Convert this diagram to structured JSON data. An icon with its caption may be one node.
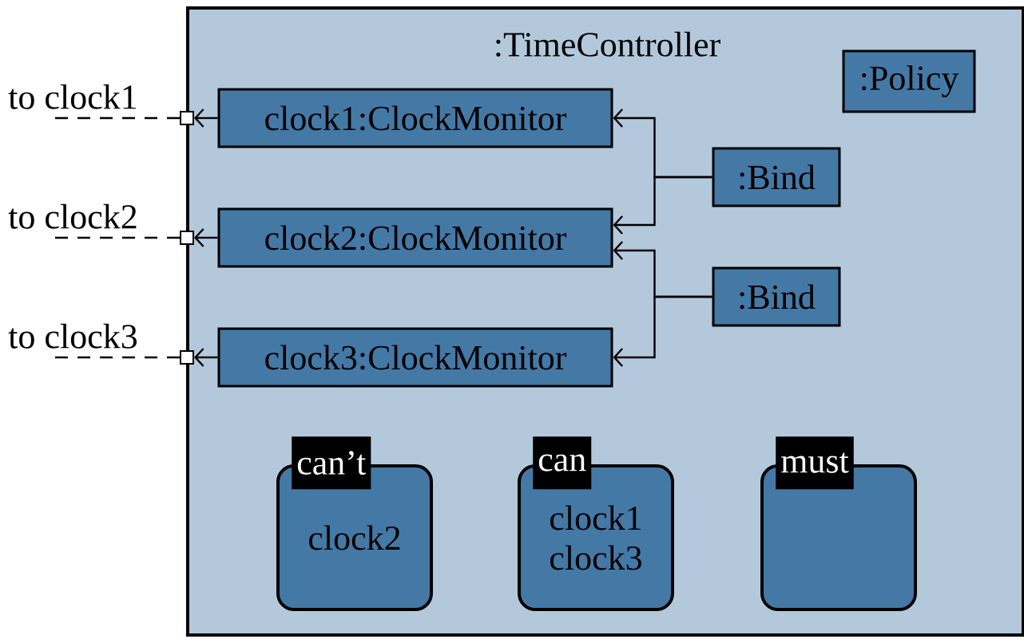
{
  "diagram": {
    "nodes": [
      {
        "text": [
          ":TimeController"
        ]
      },
      {
        "text": [
          ":Policy"
        ],
        "in": 0
      },
      {
        "text": [],
        "shape": "box"
      },
      {
        "text": [
          "clock1:ClockMonitor"
        ],
        "in": 0
      },
      {
        "text": [
          ":Bind"
        ],
        "in": 0
      },
      {
        "text": [],
        "shape": "box"
      },
      {
        "text": [
          "clock2:ClockMonitor"
        ],
        "in": 0
      },
      {
        "text": [
          ":Bind"
        ],
        "in": 0
      },
      {
        "text": [],
        "shape": "box"
      },
      {
        "text": [
          "clock3:ClockMonitor"
        ],
        "in": 0
      },
      {
        "text": [
          "can’t",
          "clock2"
        ],
        "in": 0
      },
      {
        "text": [
          "can",
          "clock1 clock3"
        ],
        "in": 0
      },
      {
        "text": [
          "must"
        ],
        "in": 0
      }
    ],
    "edges": [
      {
        "from": 3,
        "to": 2,
        "arrow": "to"
      },
      {
        "from": 6,
        "to": 5,
        "arrow": "to"
      },
      {
        "from": 9,
        "to": 8,
        "arrow": "to"
      },
      {
        "from": 4,
        "to": 3,
        "arrow": "to"
      },
      {
        "from": 4,
        "to": 6,
        "arrow": "to"
      },
      {
        "from": 7,
        "to": 6,
        "arrow": "to"
      },
      {
        "from": 7,
        "to": 9,
        "arrow": "to"
      },
      {
        "from": 2,
        "to": null,
        "arrow": "none",
        "style": "dashed",
        "label": "to clock1"
      },
      {
        "from": 5,
        "to": null,
        "arrow": "none",
        "style": "dashed",
        "label": "to clock2"
      },
      {
        "from": 8,
        "to": null,
        "arrow": "none",
        "style": "dashed",
        "label": "to clock3"
      }
    ]
  }
}
